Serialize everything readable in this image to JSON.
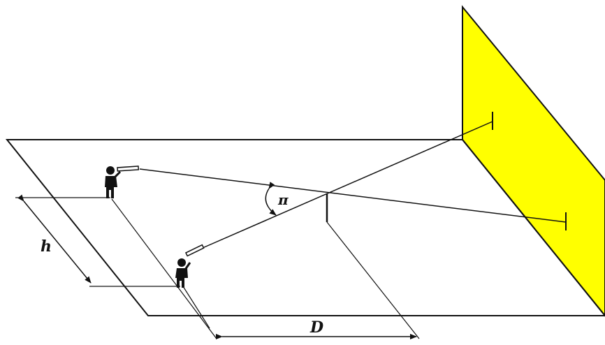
{
  "labels": {
    "height": "h",
    "distance": "D",
    "angle": "π"
  },
  "colors": {
    "wall": "#ffff00",
    "line": "#111111",
    "background": "#ffffff"
  },
  "figures": [
    "observer-top",
    "observer-bottom"
  ]
}
